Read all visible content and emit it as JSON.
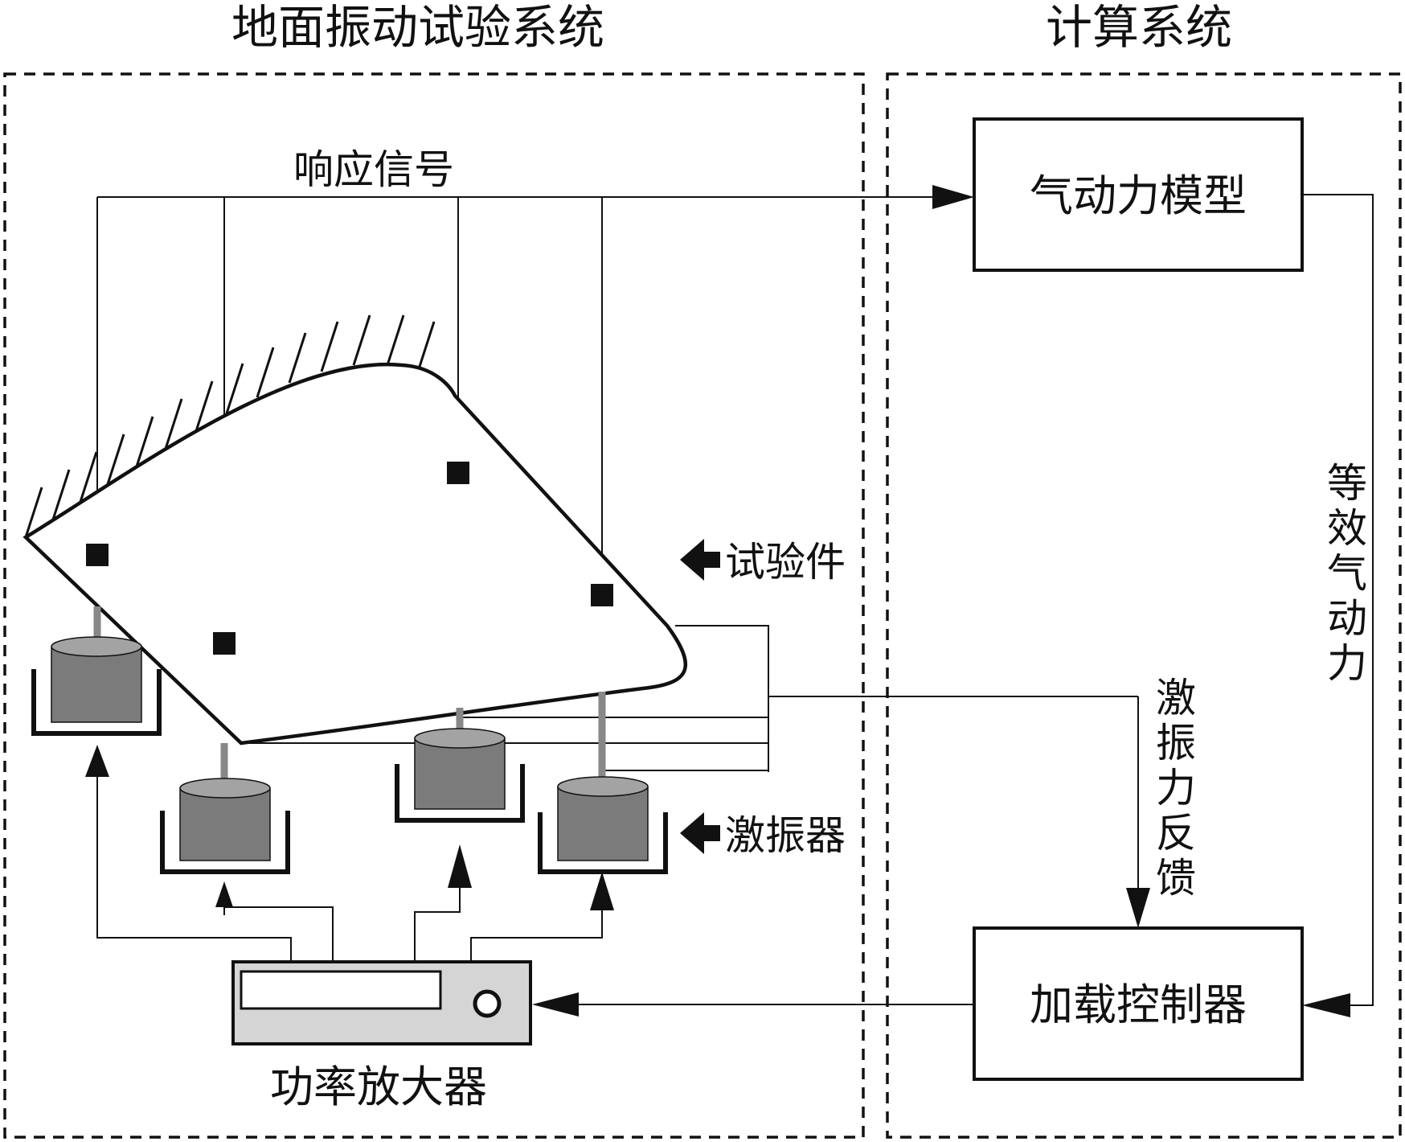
{
  "sections": {
    "left_title": "地面振动试验系统",
    "right_title": "计算系统"
  },
  "nodes": {
    "aero_model": "气动力模型",
    "load_controller": "加载控制器",
    "power_amplifier": "功率放大器"
  },
  "edge_labels": {
    "response_signal": "响应信号",
    "equivalent_aero_force": [
      "等",
      "效",
      "气",
      "动",
      "力"
    ],
    "exciter_force_feedback": [
      "激",
      "振",
      "力",
      "反",
      "馈"
    ]
  },
  "callouts": {
    "test_article": "试验件",
    "exciter": "激振器"
  },
  "colors": {
    "line": "#111111",
    "shaker_body": "#7b7b7b",
    "shaker_top": "#a3a3a3",
    "amplifier_panel": "#d5d5d5"
  }
}
